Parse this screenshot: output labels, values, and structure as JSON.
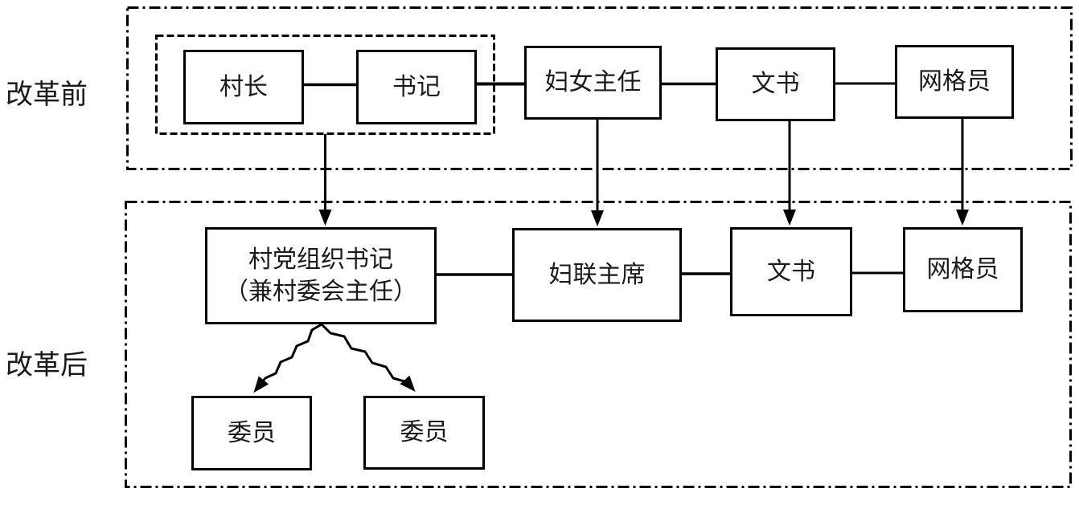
{
  "sections": {
    "before": {
      "label": "改革前",
      "nodes": {
        "village_head": "村长",
        "secretary": "书记",
        "womens_director": "妇女主任",
        "clerk": "文书",
        "grid_worker": "网格员"
      }
    },
    "after": {
      "label": "改革后",
      "nodes": {
        "party_secretary_line1": "村党组织书记",
        "party_secretary_line2": "（兼村委会主任）",
        "womens_federation_chair": "妇联主席",
        "clerk": "文书",
        "grid_worker": "网格员",
        "committee_member_1": "委员",
        "committee_member_2": "委员"
      }
    }
  },
  "colors": {
    "stroke": "#000000",
    "text": "#1a1a1a",
    "background": "#ffffff"
  }
}
